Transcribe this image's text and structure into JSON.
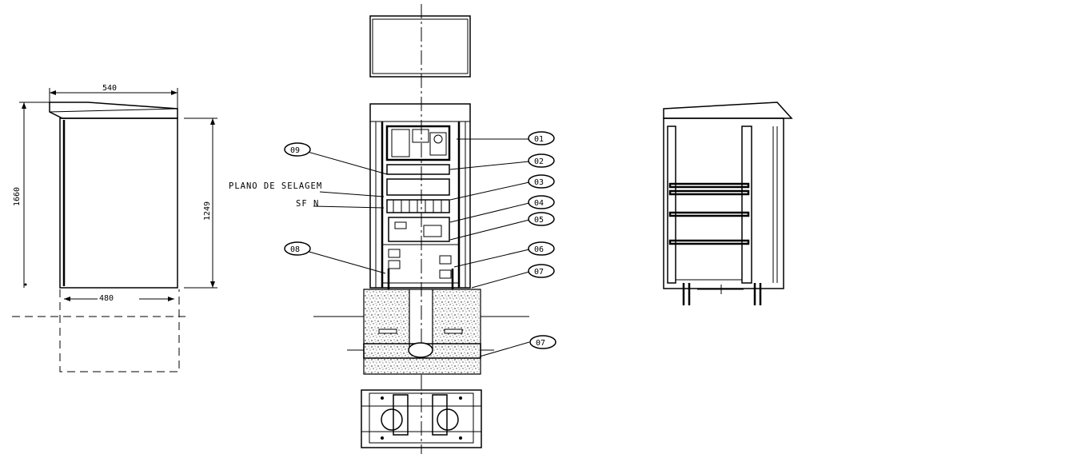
{
  "dimensions": {
    "top_width": "540",
    "total_height": "1660",
    "cabinet_height": "1249",
    "base_width": "480"
  },
  "annotations": {
    "seal_plane": "PLANO DE SELAGEM",
    "seal_sub": "SF N"
  },
  "callouts": [
    "01",
    "02",
    "03",
    "04",
    "05",
    "06",
    "07",
    "08",
    "09",
    "07"
  ],
  "views": [
    "left-side-view",
    "front-section-view",
    "top-view",
    "bottom-plan-view",
    "right-side-view"
  ]
}
